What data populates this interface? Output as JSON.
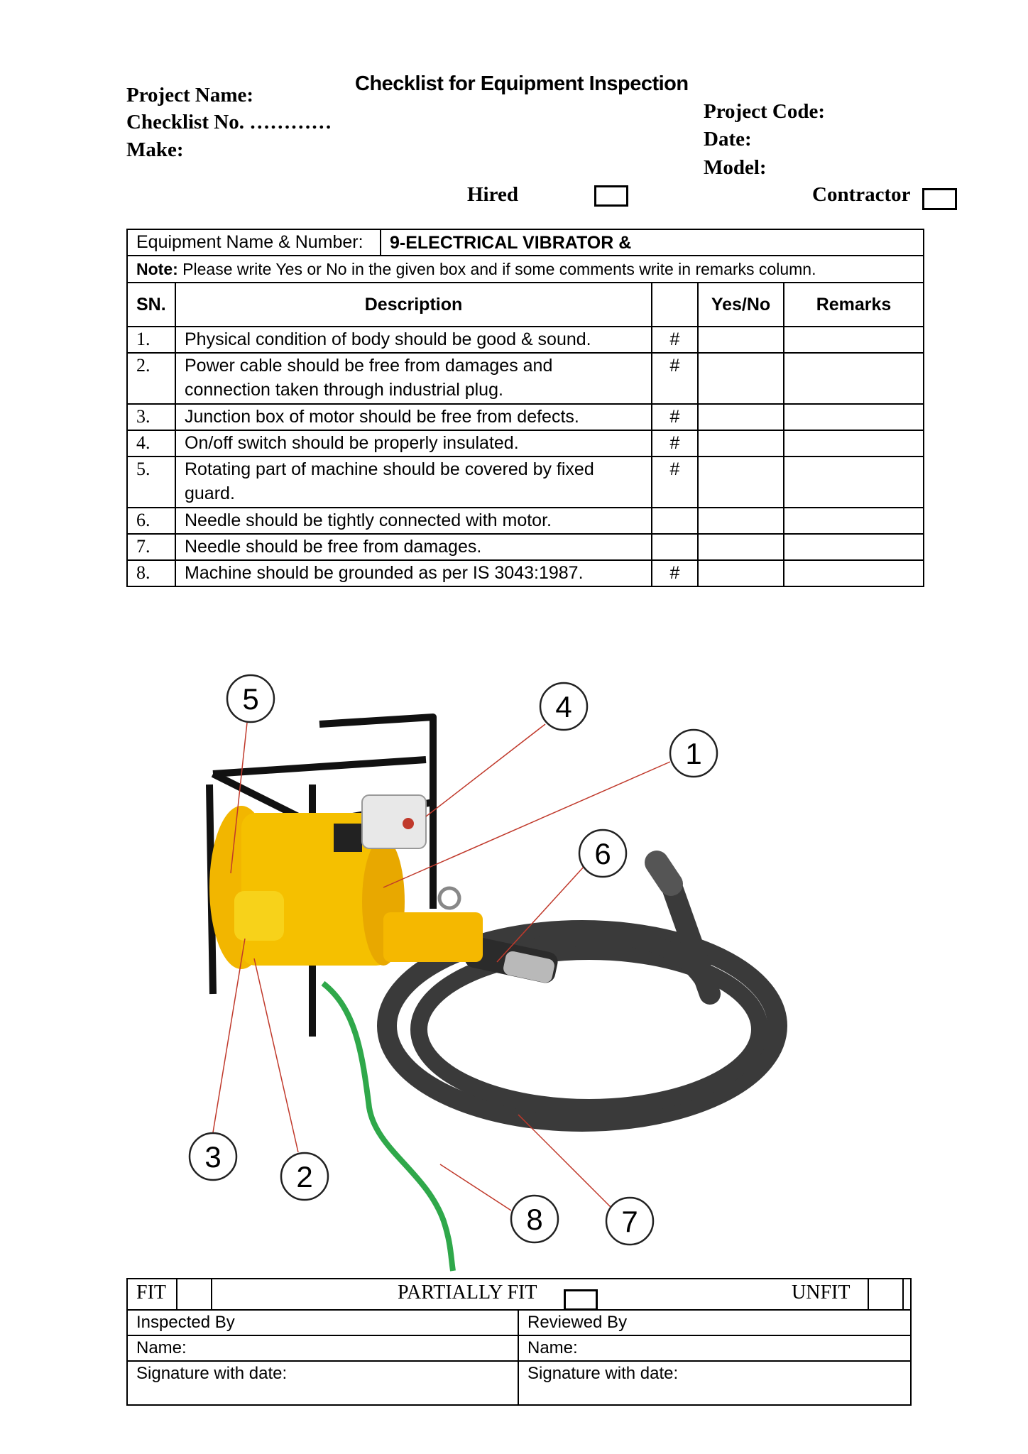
{
  "header": {
    "title": "Checklist for Equipment Inspection",
    "project_name_label": "Project Name:",
    "checklist_no_label": "Checklist No. …………",
    "make_label": "Make:",
    "project_code_label": "Project Code:",
    "date_label": "Date:",
    "model_label": "Model:",
    "hired_label": "Hired",
    "contractor_label": "Contractor"
  },
  "equipment": {
    "label": "Equipment Name & Number:",
    "value": "9-ELECTRICAL VIBRATOR &"
  },
  "note": {
    "label": "Note:",
    "text": " Please write Yes or No in the given box and if some comments write in remarks column."
  },
  "columns": {
    "sn": "SN.",
    "description": "Description",
    "mark": "",
    "yes_no": "Yes/No",
    "remarks": "Remarks"
  },
  "rows": [
    {
      "sn": "1.",
      "description": "Physical condition of body should be good & sound.",
      "mark": "#"
    },
    {
      "sn": "2.",
      "description": "Power cable should be free from damages and connection taken through industrial plug.",
      "mark": "#"
    },
    {
      "sn": "3.",
      "description": "Junction box of motor should be free from defects.",
      "mark": "#"
    },
    {
      "sn": "4.",
      "description": "On/off switch should be properly insulated.",
      "mark": "#"
    },
    {
      "sn": "5.",
      "description": "Rotating part of machine should be covered by fixed guard.",
      "mark": "#"
    },
    {
      "sn": "6.",
      "description": "Needle should be tightly connected with motor.",
      "mark": ""
    },
    {
      "sn": "7.",
      "description": "Needle should be free from damages.",
      "mark": ""
    },
    {
      "sn": "8.",
      "description": "Machine should be grounded as per IS 3043:1987.",
      "mark": "#"
    }
  ],
  "illustration": {
    "callouts": [
      "1",
      "2",
      "3",
      "4",
      "5",
      "6",
      "7",
      "8"
    ],
    "colors": {
      "motor": "#f5b800",
      "hose": "#3a3a3a",
      "ground_wire": "#2fa84a",
      "leader": "#c0392b"
    }
  },
  "footer": {
    "fit_label": "FIT",
    "partially_fit_label": "PARTIALLY FIT",
    "unfit_label": "UNFIT",
    "inspected_by": "Inspected By",
    "reviewed_by": "Reviewed By",
    "name_label": "Name:",
    "signature_label": "Signature with date:"
  }
}
